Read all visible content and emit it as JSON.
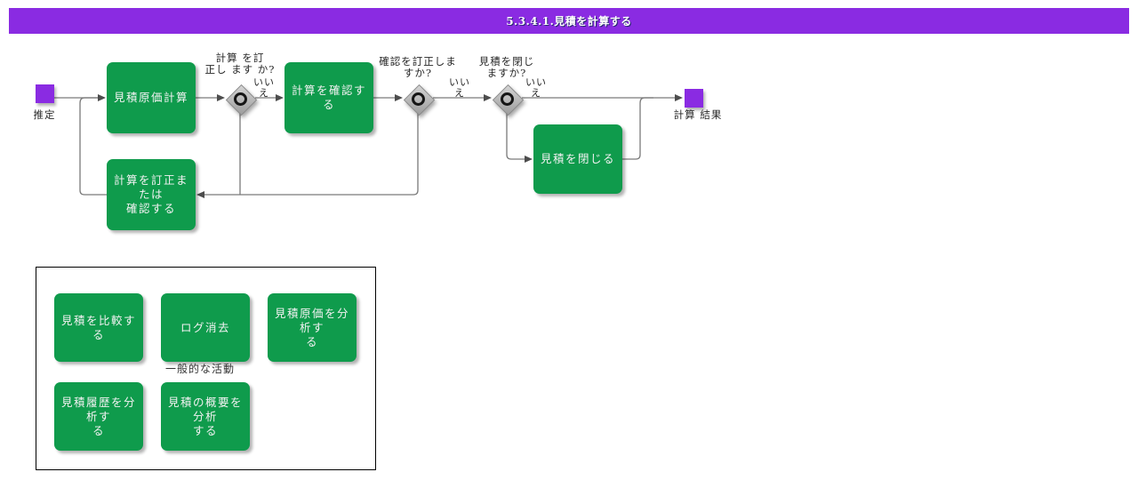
{
  "header": {
    "title": "5.3.4.1.見積を計算する"
  },
  "flow": {
    "start_label": "推定",
    "end_label": "計算 結果",
    "activities": {
      "estimate_cost": "見積原価計算",
      "confirm_calculation": "計算を確認する",
      "correct_or_confirm": "計算を訂正または\n確認する",
      "close_estimate": "見積を閉じる"
    },
    "gateways": {
      "g1_question": "計算 を訂\n正し ます か?",
      "g2_question": "確認を訂正しま\nすか?",
      "g3_question": "見積を閉じ\nますか?"
    },
    "no_label": "いい\nえ"
  },
  "panel": {
    "title": "一般的な活動",
    "items": [
      "見積を比較する",
      "ログ消去",
      "見積原価を分析す\nる",
      "見積履歴を分析す\nる",
      "見積の概要を分析\nする"
    ]
  },
  "colors": {
    "accent_purple": "#8A2BE2",
    "activity_green": "#0F9B4C",
    "gateway_gray": "#B8B8B8",
    "connector_gray": "#7A7A7A"
  }
}
